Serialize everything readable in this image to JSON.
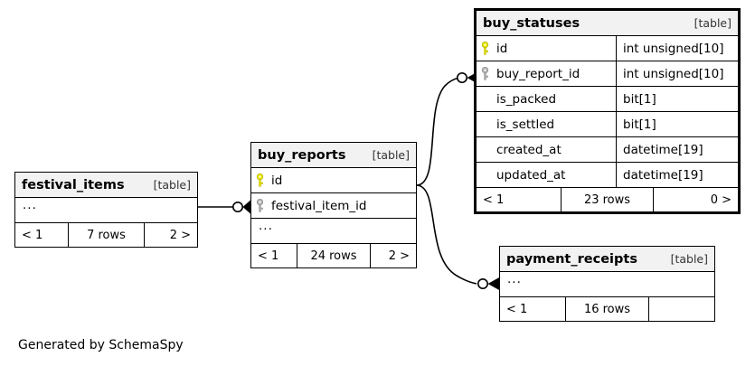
{
  "caption": "Generated by SchemaSpy",
  "kind_label": "[table]",
  "colors": {
    "primary_key": "#e8e800",
    "foreign_key": "#b3b3b3",
    "header_bg": "#f2f2f2",
    "border": "#000000",
    "background": "#ffffff"
  },
  "tables": [
    {
      "id": "festival_items",
      "name": "festival_items",
      "kind": "[table]",
      "focused": false,
      "columns": [
        {
          "key": "none",
          "name": "...",
          "type": ""
        }
      ],
      "footer": {
        "prev": "< 1",
        "rows": "7 rows",
        "next": "2 >"
      }
    },
    {
      "id": "buy_reports",
      "name": "buy_reports",
      "kind": "[table]",
      "focused": false,
      "columns": [
        {
          "key": "primary",
          "name": "id",
          "type": ""
        },
        {
          "key": "foreign",
          "name": "festival_item_id",
          "type": ""
        },
        {
          "key": "none",
          "name": "...",
          "type": ""
        }
      ],
      "footer": {
        "prev": "< 1",
        "rows": "24 rows",
        "next": "2 >"
      }
    },
    {
      "id": "buy_statuses",
      "name": "buy_statuses",
      "kind": "[table]",
      "focused": true,
      "columns": [
        {
          "key": "primary",
          "name": "id",
          "type": "int unsigned[10]"
        },
        {
          "key": "foreign",
          "name": "buy_report_id",
          "type": "int unsigned[10]"
        },
        {
          "key": "none",
          "name": "is_packed",
          "type": "bit[1]"
        },
        {
          "key": "none",
          "name": "is_settled",
          "type": "bit[1]"
        },
        {
          "key": "none",
          "name": "created_at",
          "type": "datetime[19]"
        },
        {
          "key": "none",
          "name": "updated_at",
          "type": "datetime[19]"
        }
      ],
      "footer": {
        "prev": "< 1",
        "rows": "23 rows",
        "next": "0 >"
      }
    },
    {
      "id": "payment_receipts",
      "name": "payment_receipts",
      "kind": "[table]",
      "focused": false,
      "columns": [
        {
          "key": "none",
          "name": "...",
          "type": ""
        }
      ],
      "footer": {
        "prev": "< 1",
        "rows": "16 rows",
        "next": ""
      }
    }
  ],
  "relationships": [
    {
      "id": "festival_items-to-buy_reports",
      "from": "festival_items",
      "to": "buy_reports",
      "to_column": "festival_item_id"
    },
    {
      "id": "buy_reports-to-buy_statuses",
      "from": "buy_reports",
      "to": "buy_statuses",
      "to_column": "buy_report_id"
    },
    {
      "id": "buy_reports-to-payment_receipts",
      "from": "buy_reports",
      "to": "payment_receipts",
      "to_column": "..."
    }
  ]
}
